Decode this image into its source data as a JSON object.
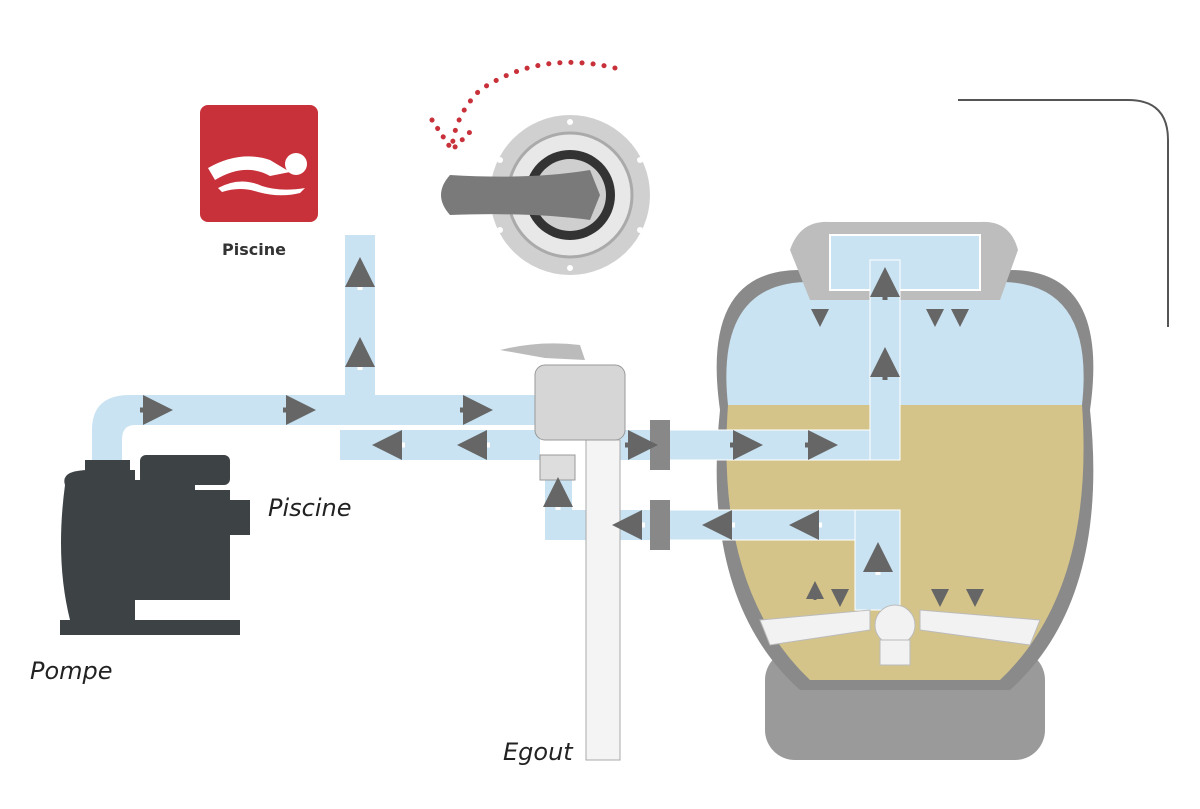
{
  "labels": {
    "pool_icon_label": "Piscine",
    "pool_outlet": "Piscine",
    "pump": "Pompe",
    "drain": "Egout"
  },
  "colors": {
    "pool_icon": "#c8303a",
    "water": "#c9e3f2",
    "sand": "#d4c48a",
    "arrow": "#6b6b6b",
    "rotation_dots": "#c8303a"
  },
  "icons": [
    "swimmer-icon",
    "rotation-arrow-icon",
    "valve-handle-icon",
    "flow-arrow-icon"
  ]
}
